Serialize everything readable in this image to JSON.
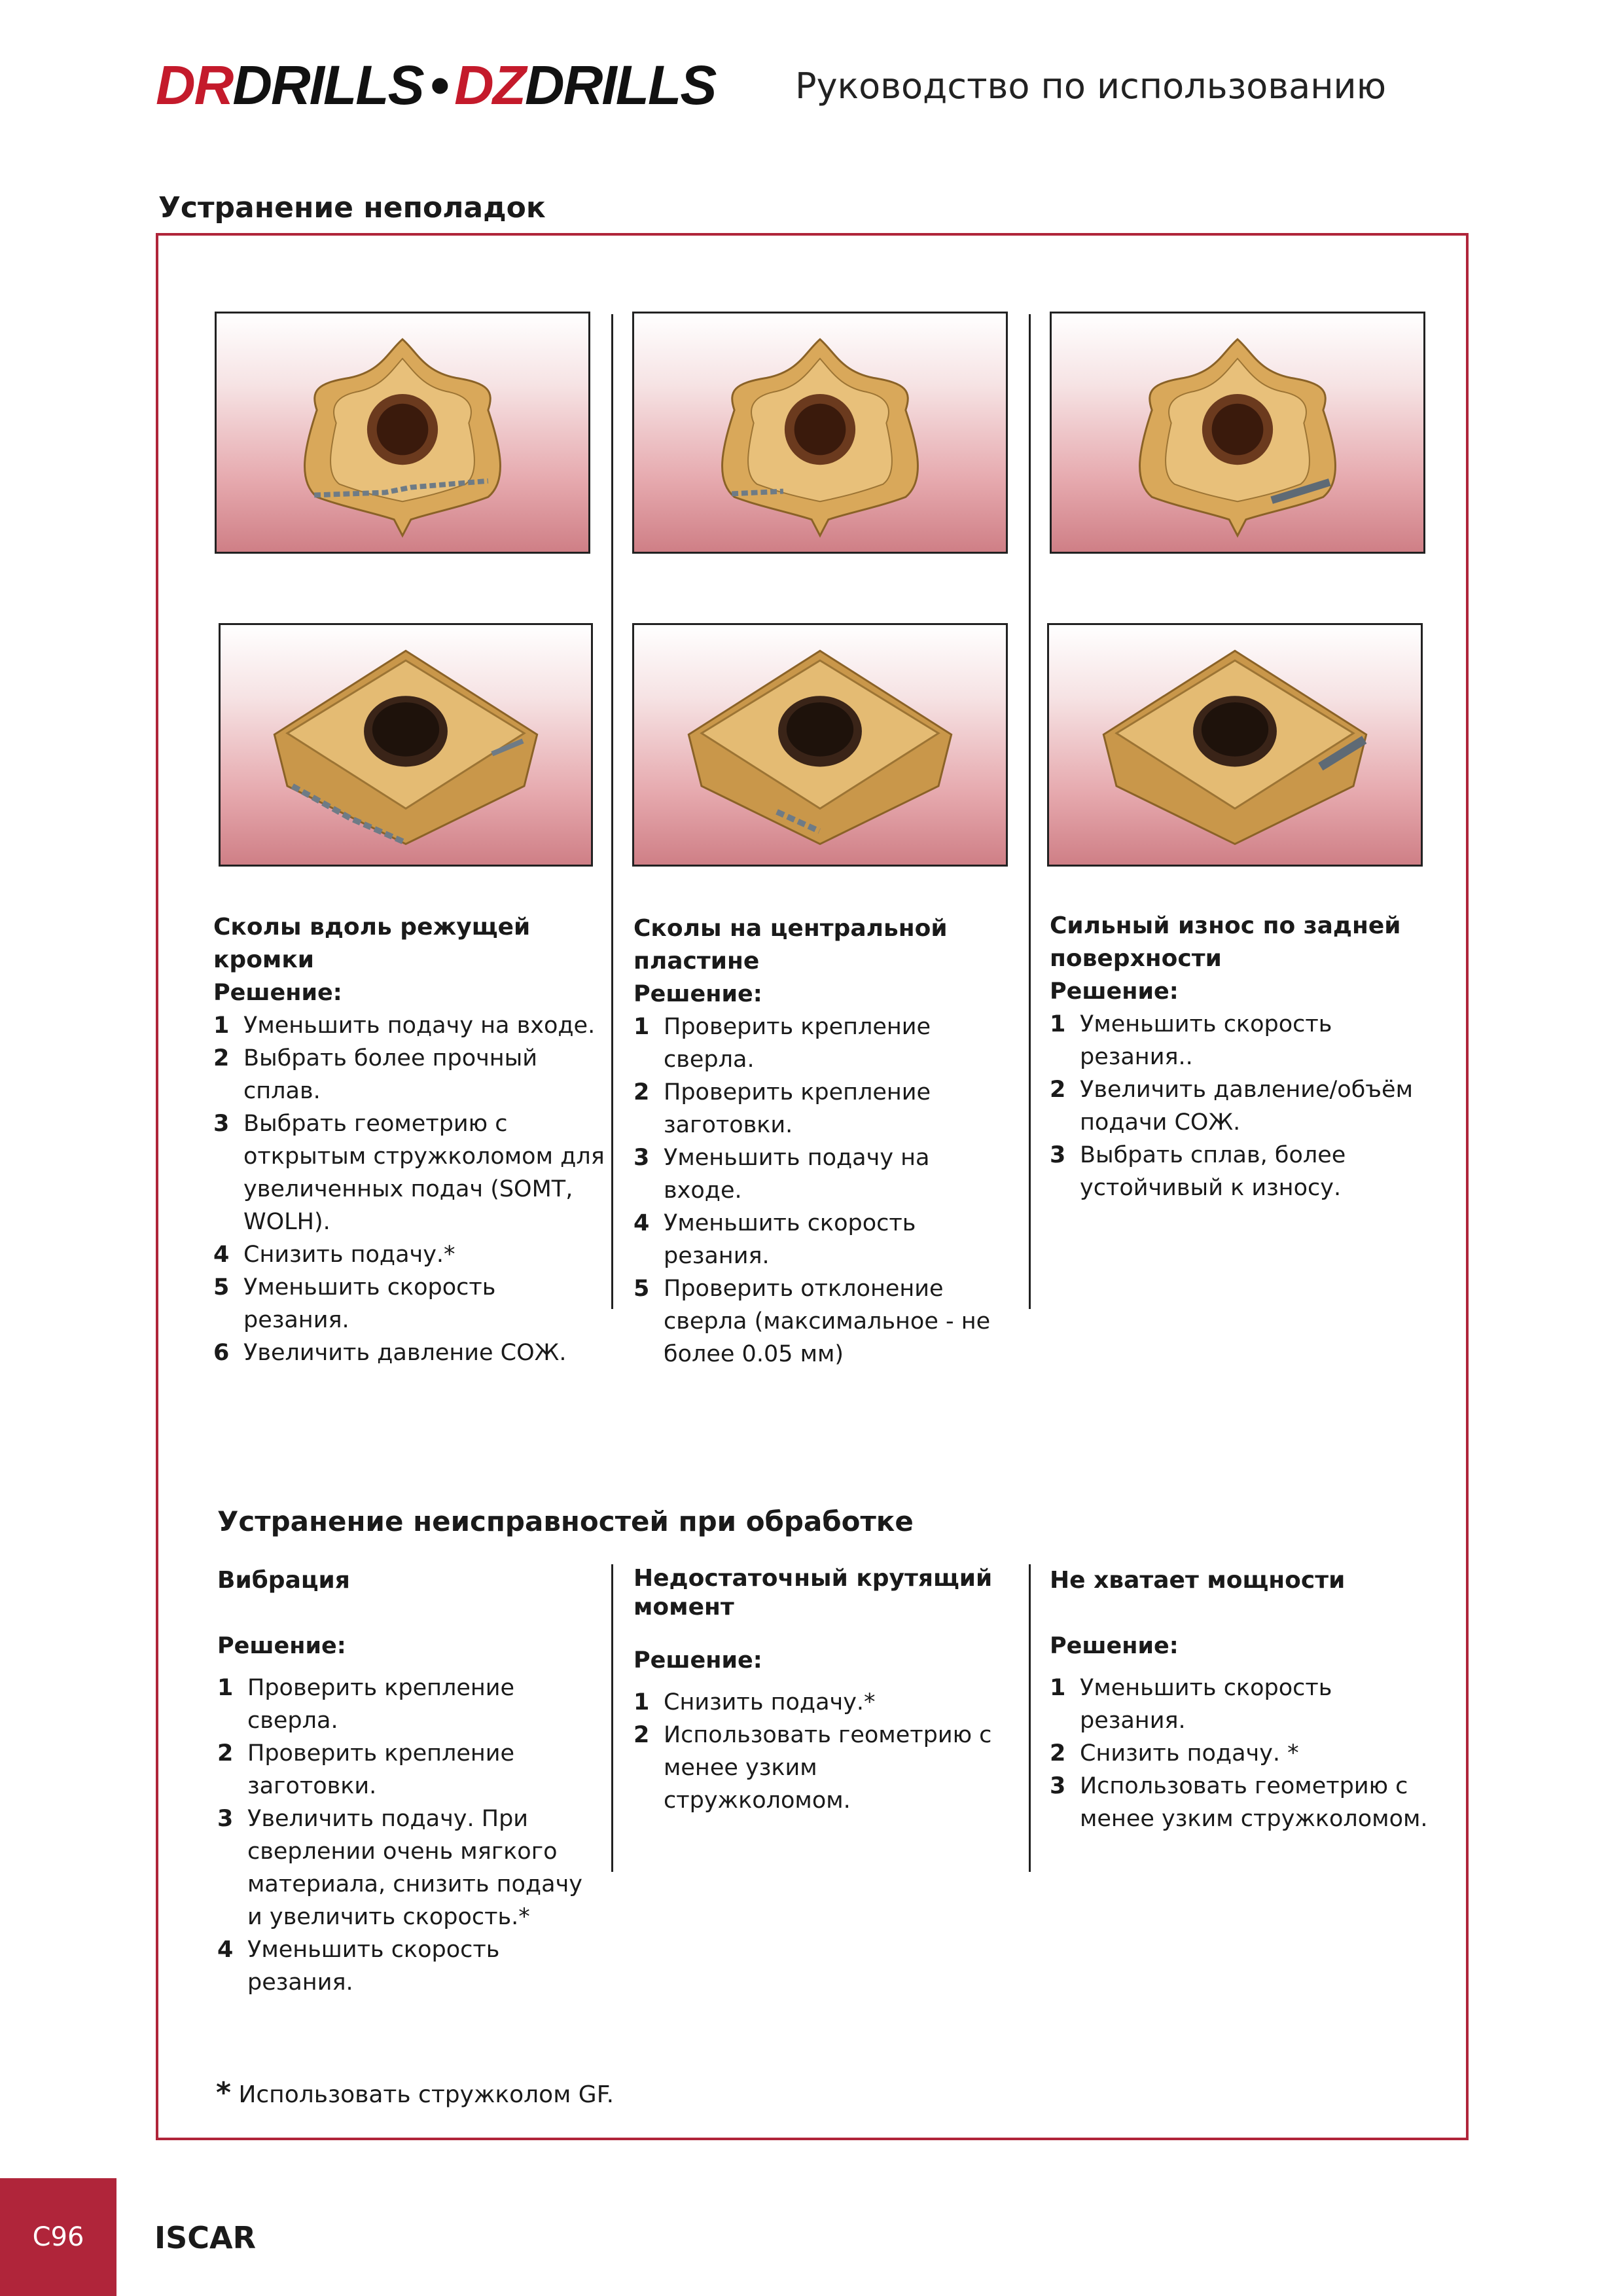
{
  "header": {
    "logo_dr1": "DR",
    "logo_dr2": "DRILLS",
    "logo_dot": "•",
    "logo_dz1": "DZ",
    "logo_dz2": "DRILLS",
    "title": "Руководство по использованию"
  },
  "section1": {
    "title": "Устранение неполадок",
    "columns": [
      {
        "heading": "Сколы вдоль режущей кромки",
        "solution": "Решение:",
        "items": [
          {
            "n": "1",
            "t": "Уменьшить подачу на входе."
          },
          {
            "n": "2",
            "t": "Выбрать более прочный сплав."
          },
          {
            "n": "3",
            "t": "Выбрать геометрию с открытым стружколомом  для увеличенных подач (SOMT, WOLH)."
          },
          {
            "n": "4",
            "t": "Снизить подачу.*"
          },
          {
            "n": "5",
            "t": "Уменьшить скорость резания."
          },
          {
            "n": "6",
            "t": "Увеличить давление СОЖ."
          }
        ]
      },
      {
        "heading": "Сколы на центральной пластине",
        "solution": "Решение:",
        "items": [
          {
            "n": "1",
            "t": "Проверить крепление сверла."
          },
          {
            "n": "2",
            "t": "Проверить крепление заготовки."
          },
          {
            "n": "3",
            "t": "Уменьшить подачу на входе."
          },
          {
            "n": "4",
            "t": "Уменьшить скорость резания."
          },
          {
            "n": "5",
            "t": "Проверить отклонение сверла (максимальное  - не более 0.05 мм)"
          }
        ]
      },
      {
        "heading": "Сильный износ по задней поверхности",
        "solution": "Решение:",
        "items": [
          {
            "n": "1",
            "t": "Уменьшить скорость резания.."
          },
          {
            "n": "2",
            "t": "Увеличить давление/объём подачи СОЖ."
          },
          {
            "n": "3",
            "t": "Выбрать сплав, более устойчивый к износу."
          }
        ]
      }
    ]
  },
  "section2": {
    "title": "Устранение неисправностей при обработке",
    "columns": [
      {
        "heading": "Вибрация",
        "solution": "Решение:",
        "items": [
          {
            "n": "1",
            "t": "Проверить крепление сверла."
          },
          {
            "n": "2",
            "t": "Проверить крепление заготовки."
          },
          {
            "n": "3",
            "t": "Увеличить подачу. При сверлении очень мягкого материала, снизить подачу и увеличить скорость.*"
          },
          {
            "n": "4",
            "t": "Уменьшить скорость резания."
          }
        ]
      },
      {
        "heading": "Недостаточный  крутящий момент",
        "solution": "Решение:",
        "items": [
          {
            "n": "1",
            "t": "Снизить подачу.*"
          },
          {
            "n": "2",
            "t": "Использовать геометрию с менее узким стружколомом."
          }
        ]
      },
      {
        "heading": "Не хватает мощности",
        "solution": "Решение:",
        "items": [
          {
            "n": "1",
            "t": "Уменьшить скорость резания."
          },
          {
            "n": "2",
            "t": "Снизить подачу. *"
          },
          {
            "n": "3",
            "t": "Использовать геометрию с менее узким стружколомом."
          }
        ]
      }
    ]
  },
  "footnote": {
    "mark": "*",
    "text": " Использовать стружколом GF."
  },
  "footer": {
    "page": "C96",
    "brand": "ISCAR"
  },
  "colors": {
    "accent": "#b0253a",
    "logo_red": "#c41a2b"
  }
}
